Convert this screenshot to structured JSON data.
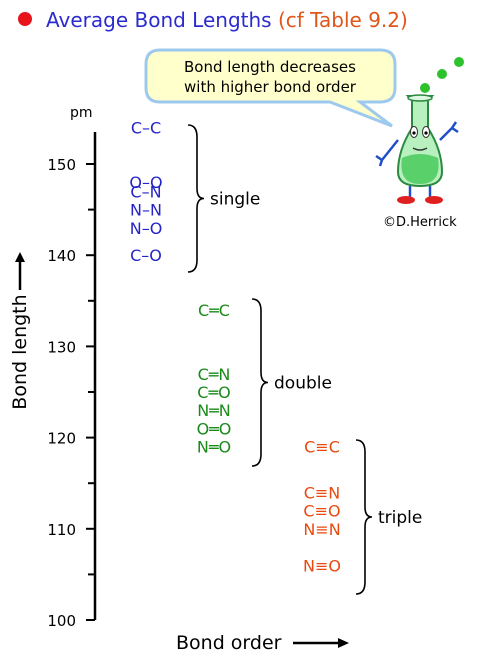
{
  "header": {
    "bullet_color": "#e8141c",
    "title": "Average Bond Lengths",
    "subtitle": "(cf Table 9.2)",
    "title_color": "#2b2bd0",
    "subtitle_color": "#e0561a"
  },
  "callout": {
    "line1": "Bond length decreases",
    "line2": "with higher bond order",
    "fill": "#ffffcc",
    "border": "#9ec9ef"
  },
  "credit": "©D.Herrick",
  "mascot": {
    "icon": "beaker-character-icon"
  },
  "chart_data": {
    "type": "scatter",
    "title": "Average Bond Lengths",
    "xlabel": "Bond order",
    "ylabel": "Bond length",
    "unit": "pm",
    "ylim": [
      100,
      155
    ],
    "yticks": [
      100,
      110,
      120,
      130,
      140,
      150
    ],
    "ytick_labels": [
      "100",
      "110",
      "120",
      "130",
      "140",
      "150"
    ],
    "y_minor_ticks": [
      105,
      115,
      125,
      135,
      145
    ],
    "groups": [
      {
        "name": "single",
        "color": "#2424c8",
        "bonds": [
          {
            "label": "C–C",
            "value": 154
          },
          {
            "label": "O–O",
            "value": 148
          },
          {
            "label": "C–N",
            "value": 147
          },
          {
            "label": "N–N",
            "value": 145
          },
          {
            "label": "N–O",
            "value": 143
          },
          {
            "label": "C–O",
            "value": 140
          }
        ]
      },
      {
        "name": "double",
        "color": "#1a8a1a",
        "bonds": [
          {
            "label": "C═C",
            "value": 134
          },
          {
            "label": "C═N",
            "value": 127
          },
          {
            "label": "C═O",
            "value": 125
          },
          {
            "label": "N═N",
            "value": 123
          },
          {
            "label": "O═O",
            "value": 121
          },
          {
            "label": "N═O",
            "value": 119
          }
        ]
      },
      {
        "name": "triple",
        "color": "#e84a10",
        "bonds": [
          {
            "label": "C≡C",
            "value": 119
          },
          {
            "label": "C≡N",
            "value": 114
          },
          {
            "label": "C≡O",
            "value": 112
          },
          {
            "label": "N≡N",
            "value": 110
          },
          {
            "label": "N≡O",
            "value": 106
          }
        ]
      }
    ]
  }
}
